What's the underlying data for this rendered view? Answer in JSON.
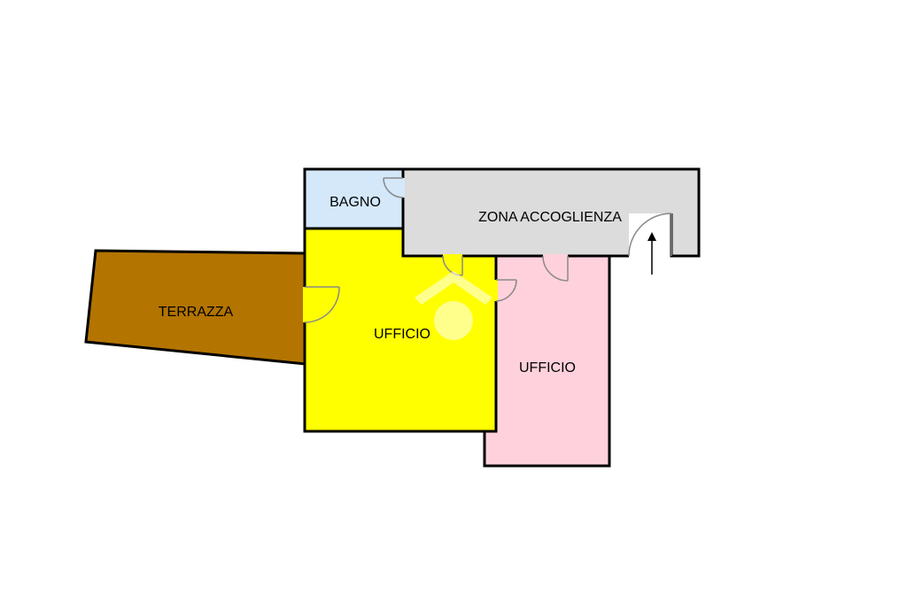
{
  "colors": {
    "terrazza": "#b37400",
    "ufficio_yellow": "#ffff00",
    "ufficio_pink": "#ffd1dc",
    "bagno": "#d4e8fa",
    "zona_accoglienza": "#dcdcdc",
    "wall": "#000000",
    "door": "#8a8a8a",
    "watermark": "#ffffff"
  },
  "rooms": {
    "bagno": {
      "label": "BAGNO"
    },
    "zona_accoglienza": {
      "label": "ZONA ACCOGLIENZA"
    },
    "terrazza": {
      "label": "TERRAZZA"
    },
    "ufficio_1": {
      "label": "UFFICIO"
    },
    "ufficio_2": {
      "label": "UFFICIO"
    }
  },
  "icons": {
    "entrance": "entrance-arrow-icon",
    "watermark": "house-watermark-icon"
  }
}
